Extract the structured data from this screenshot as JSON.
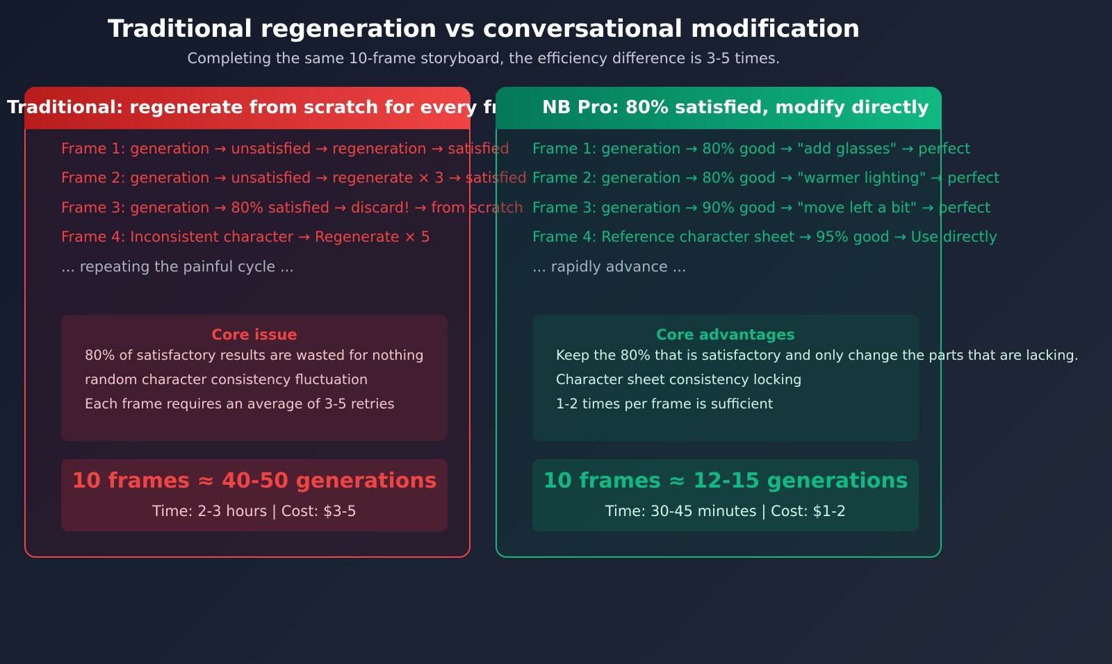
{
  "title": "Traditional regeneration vs conversational modification",
  "subtitle": "Completing the same 10-frame storyboard, the efficiency difference is 3-5 times.",
  "left_panel": {
    "heading": "Traditional: regenerate from scratch for every frame",
    "steps": [
      "Frame 1: generation → unsatisfied → regeneration → satisfied",
      "Frame 2: generation → unsatisfied → regenerate × 3 → satisfied",
      "Frame 3: generation → 80% satisfied → discard! → from scratch",
      "Frame 4: Inconsistent character → Regenerate × 5"
    ],
    "ellipsis": "... repeating the painful cycle ...",
    "box_title": "Core issue",
    "bullets": [
      "80% of satisfactory results are wasted for nothing",
      "random character consistency fluctuation",
      "Each frame requires an average of 3-5 retries"
    ],
    "summary": "10 frames ≈ 40-50 generations",
    "cost": "Time: 2-3 hours | Cost: $3-5"
  },
  "right_panel": {
    "heading": "NB Pro: 80% satisfied, modify directly",
    "steps": [
      "Frame 1: generation → 80% good → \"add glasses\" → perfect",
      "Frame 2: generation → 80% good → \"warmer lighting\" → perfect",
      "Frame 3: generation → 90% good → \"move left a bit\" → perfect",
      "Frame 4: Reference character sheet → 95% good → Use directly"
    ],
    "ellipsis": "... rapidly advance ...",
    "box_title": "Core advantages",
    "bullets": [
      "Keep the 80% that is satisfactory and only change the parts that are lacking.",
      "Character sheet consistency locking",
      "1-2 times per frame is sufficient"
    ],
    "summary": "10 frames ≈ 12-15 generations",
    "cost": "Time: 30-45 minutes | Cost: $1-2"
  },
  "colors": {
    "traditional": "#ef4444",
    "nb_pro": "#10b981",
    "background": "#161e2e"
  }
}
